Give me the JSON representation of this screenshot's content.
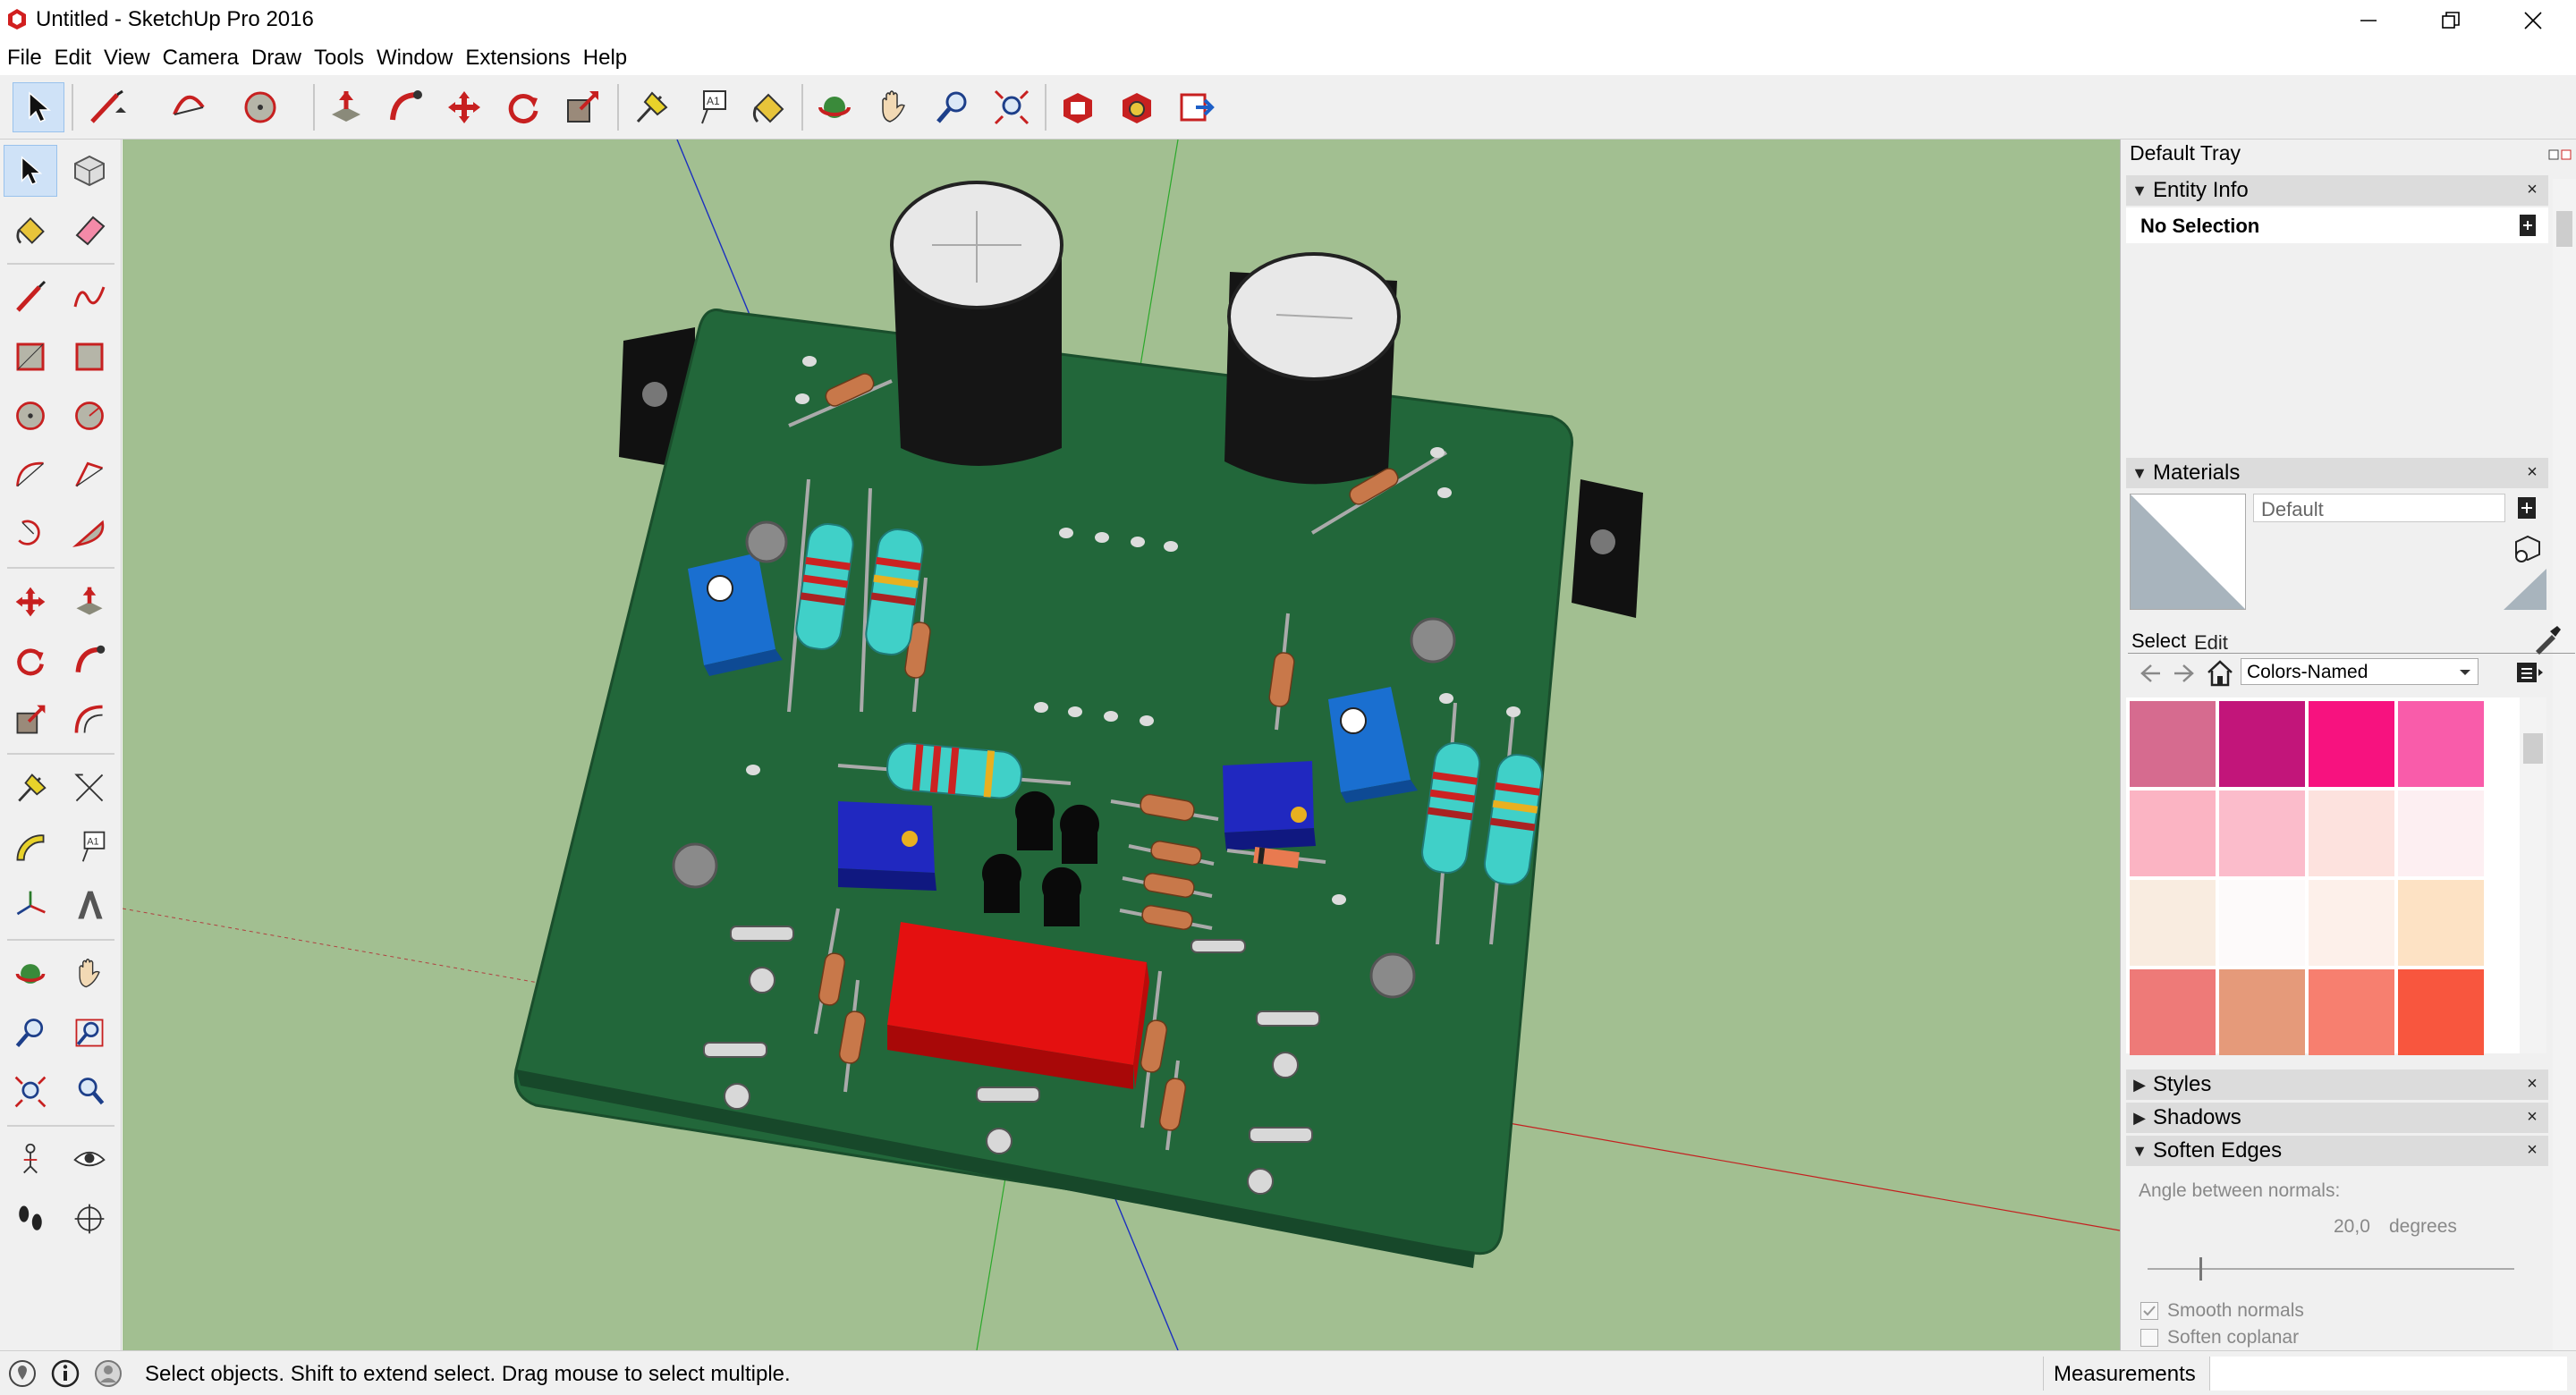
{
  "window": {
    "title": "Untitled - SketchUp Pro 2016",
    "minimize_icon": "minimize-icon",
    "maximize_icon": "restore-icon",
    "close_icon": "close-icon"
  },
  "menu": [
    "File",
    "Edit",
    "View",
    "Camera",
    "Draw",
    "Tools",
    "Window",
    "Extensions",
    "Help"
  ],
  "toolbar": {
    "icons": [
      "select-icon",
      "line-icon",
      "arc-icon",
      "circle-icon",
      "push-pull-icon",
      "follow-me-icon",
      "move-icon",
      "rotate-icon",
      "scale-icon",
      "tape-measure-icon",
      "text-icon",
      "paint-bucket-icon",
      "orbit-icon",
      "pan-icon",
      "zoom-icon",
      "zoom-extents-icon",
      "warehouse-icon",
      "extension-warehouse-icon",
      "send-to-layout-icon"
    ]
  },
  "tray": {
    "title": "Default Tray",
    "entity_info": {
      "header": "Entity Info",
      "selection": "No Selection"
    },
    "materials": {
      "header": "Materials",
      "current_name": "Default",
      "tab_select": "Select",
      "tab_edit": "Edit",
      "library": "Colors-Named",
      "swatches": [
        "#d66b8f",
        "#c2157a",
        "#f7127f",
        "#f95caa",
        "#fbb4c3",
        "#fbbccb",
        "#fde2de",
        "#fdeff2",
        "#f9ece0",
        "#fdfafa",
        "#fdf0ea",
        "#fde2c4",
        "#ee7a78",
        "#e59a7a",
        "#f77f6f",
        "#f8563e"
      ]
    },
    "styles_header": "Styles",
    "shadows_header": "Shadows",
    "soften_edges": {
      "header": "Soften Edges",
      "angle_label": "Angle between normals:",
      "angle_value": "20,0",
      "angle_unit": "degrees",
      "smooth_label": "Smooth normals",
      "coplanar_label": "Soften coplanar"
    }
  },
  "status": {
    "message": "Select objects. Shift to extend select. Drag mouse to select multiple.",
    "measurements_label": "Measurements"
  }
}
